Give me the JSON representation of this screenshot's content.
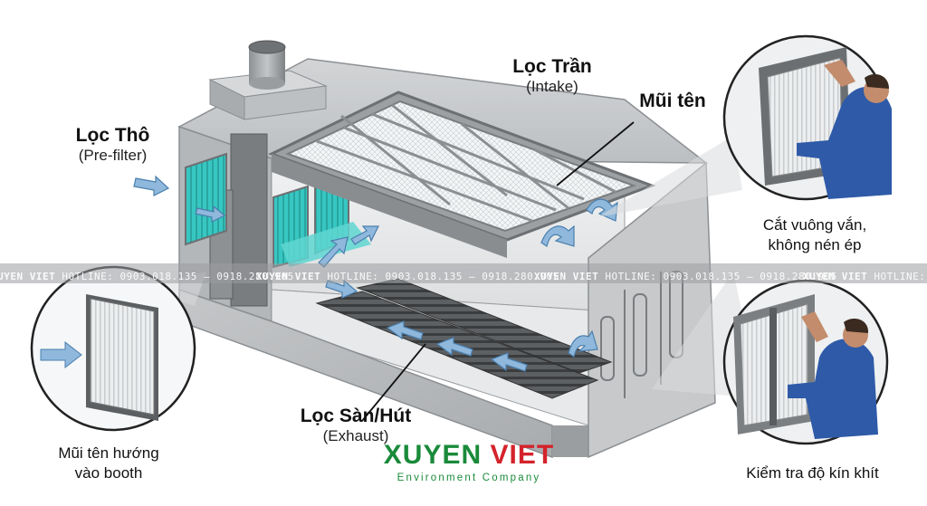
{
  "labels": {
    "pre_filter": {
      "title": "Lọc Thô",
      "sub": "(Pre-filter)"
    },
    "ceiling": {
      "title": "Lọc Trần",
      "sub": "(Intake)"
    },
    "arrows": {
      "title": "Mũi tên"
    },
    "floor": {
      "title": "Lọc Sàn/Hút",
      "sub": "(Exhaust)"
    }
  },
  "captions": {
    "left": [
      "Mũi tên hướng",
      "vào booth"
    ],
    "top_right": [
      "Cắt vuông vắn,",
      "không nén ép"
    ],
    "bottom_right": "Kiểm tra độ kín khít"
  },
  "watermark": {
    "brand": "XUYEN VIET",
    "hotline": "HOTLINE: 0903.018.135 – 0918.280.905"
  },
  "logo": {
    "part1": "XUYEN",
    "part2": "VIET",
    "sub": "Environment Company"
  },
  "colors": {
    "filter_teal": "#37c7c2",
    "arrow_blue": "#8fb8dc",
    "booth_gray": "#c9cbcd",
    "logo_green": "#1a8a3a",
    "logo_red": "#d4232b",
    "worker_blue": "#2e5aa8"
  }
}
